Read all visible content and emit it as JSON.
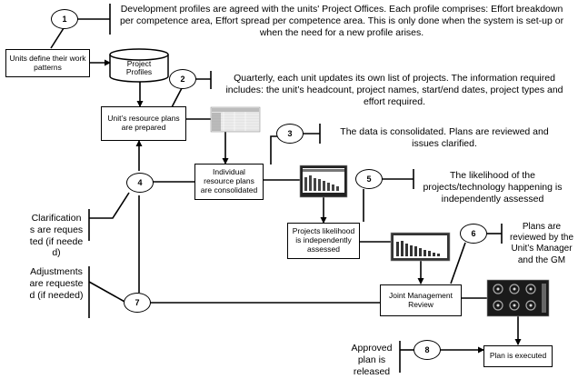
{
  "boxes": {
    "units_define": "Units define their work patterns",
    "project_profiles": "Project Profiles",
    "resource_plans": "Unit’s resource plans are prepared",
    "consolidated": "Individual resource plans are consolidated",
    "likelihood_assessed": "Projects likelihood is independently assessed",
    "joint_review": "Joint Management Review",
    "plan_executed": "Plan is executed"
  },
  "steps": [
    "1",
    "2",
    "3",
    "4",
    "5",
    "6",
    "7",
    "8"
  ],
  "notes": {
    "n1": "Development profiles are agreed with the units' Project Offices. Each profile comprises: Effort breakdown per competence area, Effort spread per competence area. This is only done when the system is set-up or when the need for a new profile arises.",
    "n2": "Quarterly, each unit updates its own list of projects. The information required includes: the unit’s headcount, project names, start/end dates, project types and effort required.",
    "n3": "The data is consolidated. Plans are reviewed and issues clarified.",
    "n5": "The likelihood of the projects/technology happening is independently assessed",
    "n6": "Plans are reviewed by the Unit’s Manager and the GM",
    "n4": "Clarifications are requested (if needed)",
    "n7": "Adjustments are requested (if needed)",
    "n8": "Approved plan is released"
  }
}
